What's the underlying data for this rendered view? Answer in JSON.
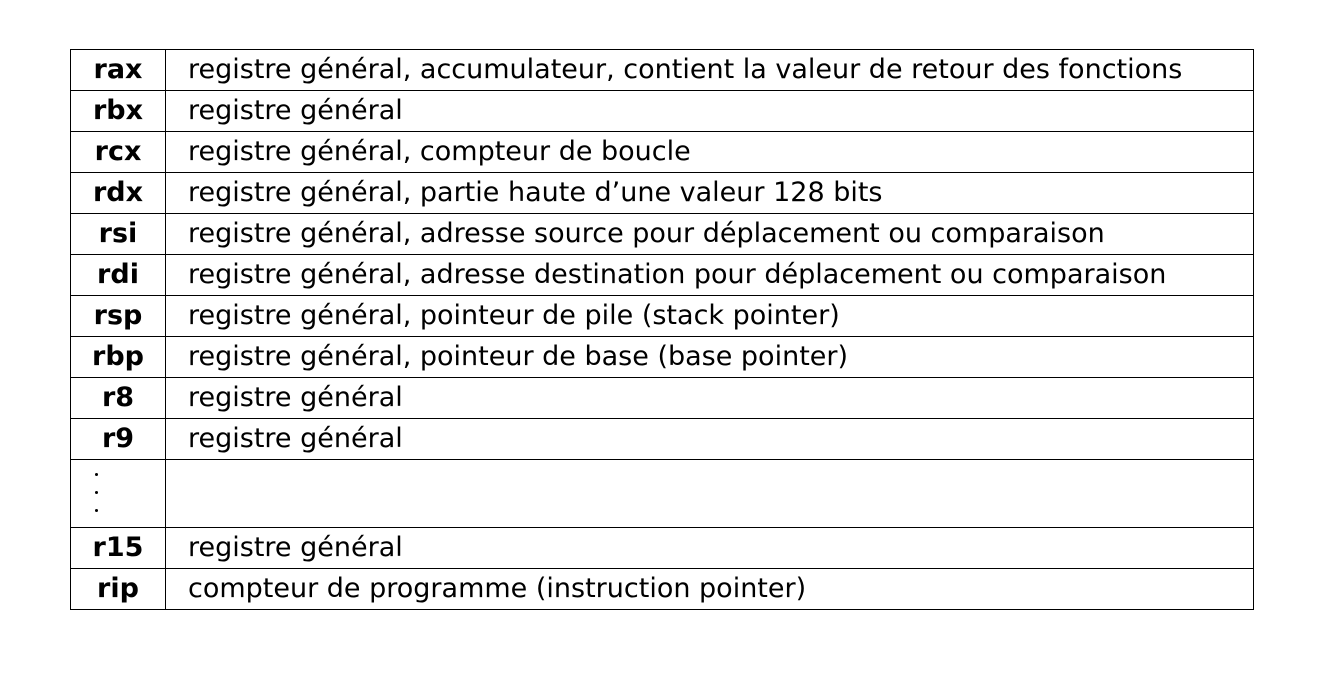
{
  "table": {
    "rows": [
      {
        "register": "rax",
        "description": "registre général, accumulateur, contient la valeur de retour des fonctions"
      },
      {
        "register": "rbx",
        "description": "registre général"
      },
      {
        "register": "rcx",
        "description": "registre général, compteur de boucle"
      },
      {
        "register": "rdx",
        "description": "registre général, partie haute d’une valeur 128 bits"
      },
      {
        "register": "rsi",
        "description": "registre général, adresse source pour déplacement ou comparaison"
      },
      {
        "register": "rdi",
        "description": "registre général, adresse destination pour déplacement ou comparaison"
      },
      {
        "register": "rsp",
        "description": "registre général, pointeur de pile (stack pointer)"
      },
      {
        "register": "rbp",
        "description": "registre général, pointeur de base (base pointer)"
      },
      {
        "register": "r8",
        "description": "registre général"
      },
      {
        "register": "r9",
        "description": "registre général"
      },
      {
        "register": "r15",
        "description": "registre général"
      },
      {
        "register": "rip",
        "description": "compteur de programme (instruction pointer)"
      }
    ]
  }
}
